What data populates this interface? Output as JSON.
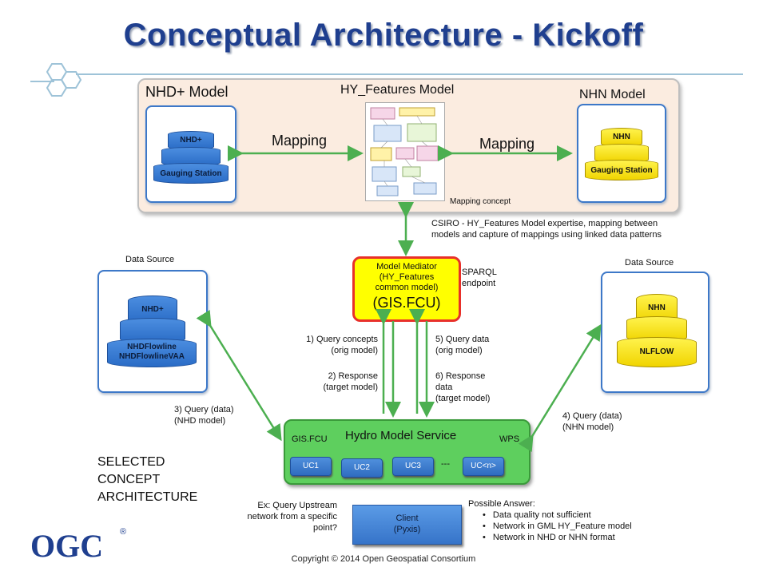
{
  "title": "Conceptual Architecture - Kickoff",
  "top_panel": {
    "left_title": "NHD+ Model",
    "center_title": "HY_Features Model",
    "right_title": "NHN Model",
    "left_mapping": "Mapping",
    "right_mapping": "Mapping",
    "mapping_caption": "Mapping concept",
    "left_tiers": [
      "NHD+",
      "Gauging Station"
    ],
    "right_tiers": [
      "NHN",
      "Gauging Station"
    ]
  },
  "csiro_note": [
    "CSIRO - HY_Features Model expertise, mapping between",
    "models and capture of mappings using linked data patterns"
  ],
  "left_source": {
    "title": "Data Source",
    "tiers": [
      "NHD+",
      "NHDFlowline",
      "NHDFlowlineVAA"
    ]
  },
  "right_source": {
    "title": "Data Source",
    "tiers": [
      "NHN",
      "NLFLOW"
    ]
  },
  "mediator": {
    "lines": [
      "Model Mediator",
      "(HY_Features",
      "common model)"
    ],
    "big": "(GIS.FCU)",
    "sparql": [
      "SPARQL",
      "endpoint"
    ]
  },
  "queries": {
    "q1": [
      "1) Query concepts",
      "(orig model)"
    ],
    "q2": [
      "2) Response",
      "(target model)"
    ],
    "q3": [
      "3) Query (data)",
      "(NHD model)"
    ],
    "q4": [
      "4) Query (data)",
      "(NHN model)"
    ],
    "q5": [
      "5) Query data",
      "(orig model)"
    ],
    "q6": [
      "6) Response",
      "data",
      "(target model)"
    ]
  },
  "hms": {
    "title": "Hydro Model Service",
    "left_tag": "GIS.FCU",
    "right_tag": "WPS",
    "ucs": [
      "UC1",
      "UC2",
      "UC3",
      "UC<n>"
    ],
    "dots": "---"
  },
  "selected": [
    "SELECTED",
    "CONCEPT",
    "ARCHITECTURE"
  ],
  "example": [
    "Ex: Query Upstream",
    "network from a specific",
    "point?"
  ],
  "client": [
    "Client",
    "(Pyxis)"
  ],
  "possible": {
    "title": "Possible Answer:",
    "items": [
      "Data quality not sufficient",
      "Network in GML HY_Feature model",
      "Network in NHD or NHN format"
    ]
  },
  "logo": "OGC",
  "registered": "®",
  "copyright": "Copyright © 2014 Open Geospatial Consortium",
  "colors": {
    "title": "#1f3f8f",
    "arrow": "#4caf50",
    "panel": "#fbece0",
    "mediator_border": "#e8302a",
    "service": "#5ecf5e"
  }
}
